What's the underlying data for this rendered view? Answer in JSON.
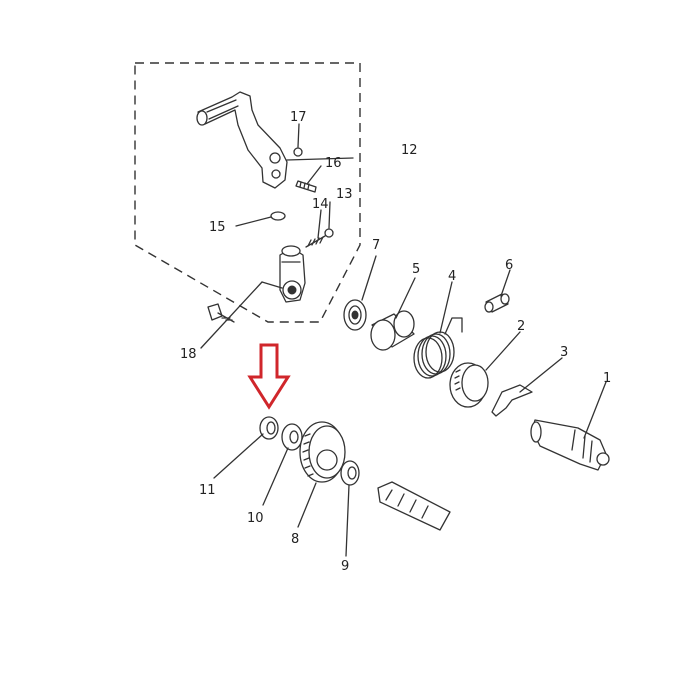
{
  "labels": {
    "p1": "1",
    "p2": "2",
    "p3": "3",
    "p4": "4",
    "p5": "5",
    "p6": "6",
    "p7": "7",
    "p8": "8",
    "p9": "9",
    "p10": "10",
    "p11": "11",
    "p12": "12",
    "p13": "13",
    "p14": "14",
    "p15": "15",
    "p16": "16",
    "p17": "17",
    "p18": "18"
  },
  "colors": {
    "ink": "#333333",
    "arrow": "#d0262b",
    "background": "#ffffff"
  },
  "icons": {
    "highlight": "down-arrow-icon"
  }
}
